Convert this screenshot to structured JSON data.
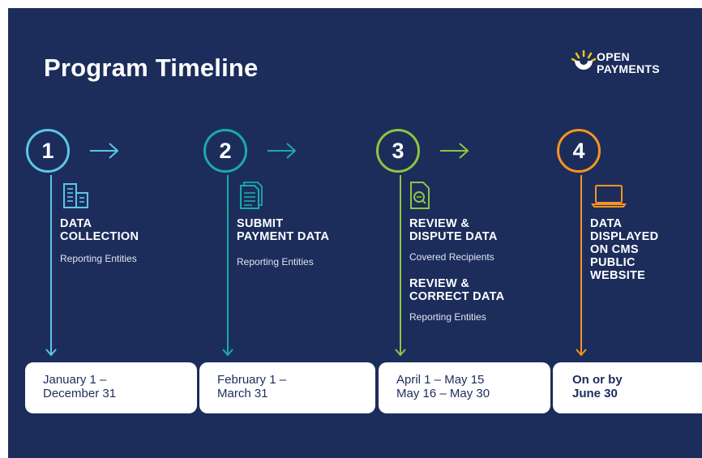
{
  "title": "Program Timeline",
  "logo": {
    "line1": "OPEN",
    "line2": "PAYMENTS"
  },
  "colors": {
    "background": "#1c2d5c",
    "step1": "#5cc6e6",
    "step2": "#1aaba8",
    "step3": "#8cc63e",
    "step4": "#f7941d",
    "card_text": "#1c2d5c"
  },
  "steps": [
    {
      "number": "1",
      "icon": "building-icon",
      "heading_lines": [
        "DATA",
        "COLLECTION"
      ],
      "subtitle": "Reporting Entities",
      "date_lines": [
        "January 1 –",
        "December 31"
      ]
    },
    {
      "number": "2",
      "icon": "document-icon",
      "heading_lines": [
        "SUBMIT",
        "PAYMENT DATA"
      ],
      "subtitle": "Reporting Entities",
      "date_lines": [
        "February 1 –",
        "March 31"
      ]
    },
    {
      "number": "3",
      "icon": "document-search-icon",
      "heading_lines": [
        "REVIEW &",
        "DISPUTE DATA"
      ],
      "subtitle": "Covered Recipients",
      "heading2_lines": [
        "REVIEW &",
        "CORRECT DATA"
      ],
      "subtitle2": "Reporting Entities",
      "date_lines": [
        "April 1 – May 15",
        "May 16 – May 30"
      ]
    },
    {
      "number": "4",
      "icon": "laptop-icon",
      "heading_lines": [
        "DATA",
        "DISPLAYED",
        "ON CMS",
        "PUBLIC",
        "WEBSITE"
      ],
      "date_lines": [
        "On or by",
        "June 30"
      ]
    }
  ]
}
